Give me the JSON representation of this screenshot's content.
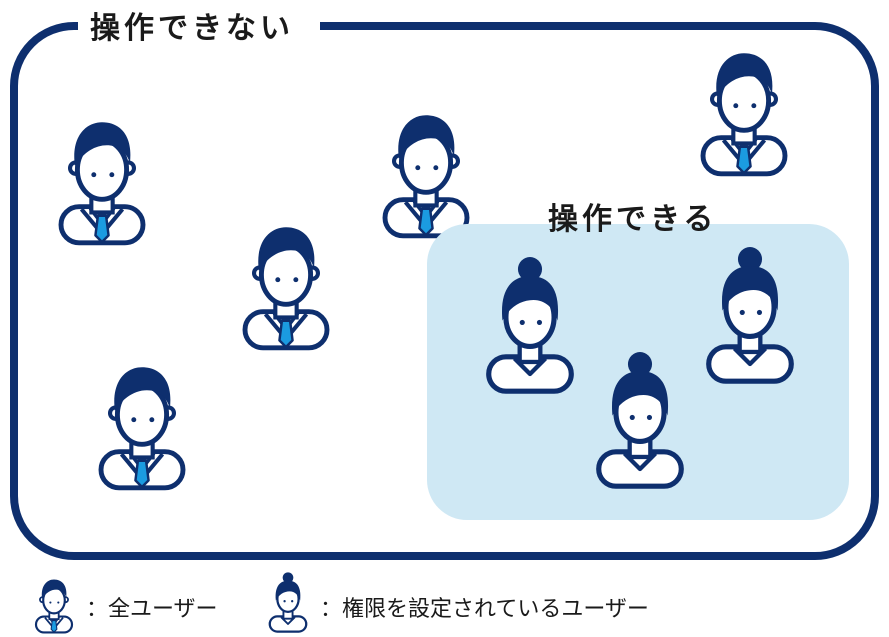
{
  "outer_group": {
    "label": "操作できない"
  },
  "inner_group": {
    "label": "操作できる"
  },
  "legend": {
    "all_users_label": "：全ユーザー",
    "permitted_users_label": "：権限を設定されているユーザー"
  },
  "colors": {
    "navy": "#0e2f6e",
    "tie_blue": "#1b9be0",
    "inner_bg": "#cfe8f4",
    "white": "#ffffff"
  },
  "icons": {
    "male_user": "male-user-icon",
    "female_user": "female-user-icon"
  }
}
